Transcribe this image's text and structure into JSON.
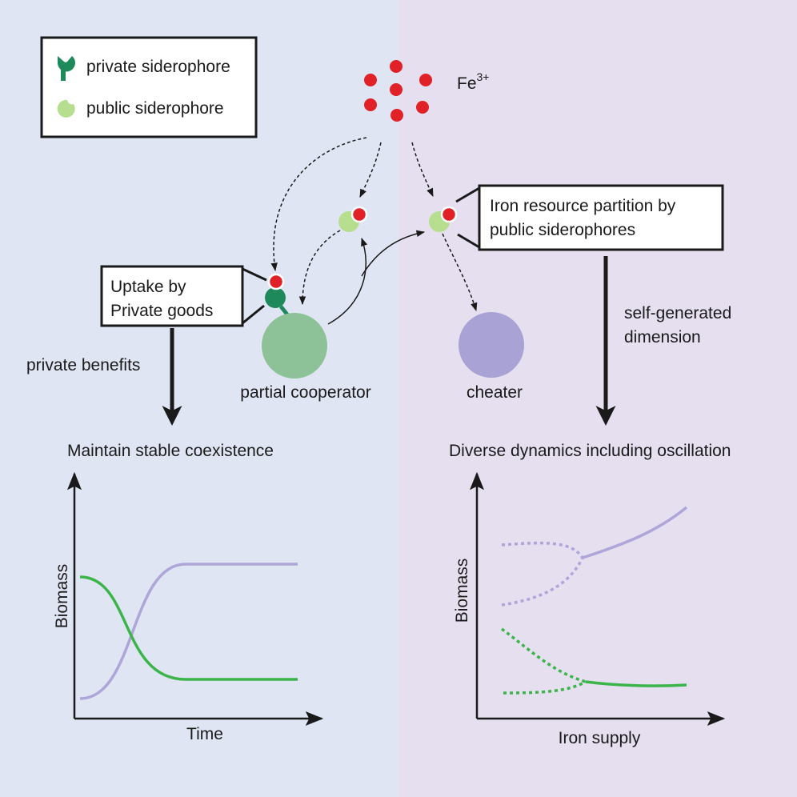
{
  "legend": {
    "private_label": "private siderophore",
    "public_label": "public siderophore"
  },
  "iron": {
    "label": "Fe",
    "charge": "3+"
  },
  "boxes": {
    "uptake_line1": "Uptake by",
    "uptake_line2": "Private goods",
    "partition_line1": "Iron resource partition by",
    "partition_line2": "public siderophores"
  },
  "cells": {
    "cooperator_label": "partial cooperator",
    "cheater_label": "cheater"
  },
  "arrows": {
    "private_benefits": "private benefits",
    "self_generated_line1": "self-generated",
    "self_generated_line2": "dimension"
  },
  "headings": {
    "left": "Maintain stable coexistence",
    "right": "Diverse dynamics including oscillation"
  },
  "left_plot": {
    "xlabel": "Time",
    "ylabel": "Biomass"
  },
  "right_plot": {
    "xlabel": "Iron supply",
    "ylabel": "Biomass"
  },
  "colors": {
    "left_bg": "#e0e5f3",
    "right_bg": "#e5dfef",
    "iron": "#e02228",
    "private_siderophore": "#1e8a5c",
    "public_siderophore": "#b7de8e",
    "cooperator": "#8dc197",
    "cheater": "#a9a2d4",
    "green_curve": "#3bb44a",
    "purple_curve": "#aea6d8"
  }
}
